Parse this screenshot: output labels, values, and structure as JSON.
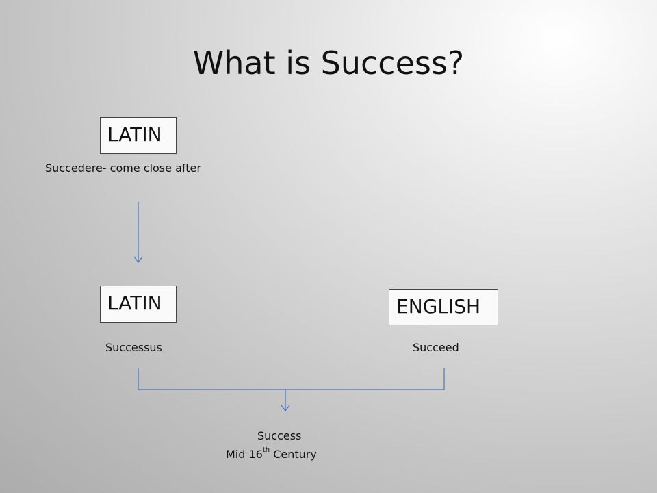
{
  "slide": {
    "title": "What is Success?"
  },
  "nodes": {
    "latin_origin": {
      "box_label": "LATIN",
      "caption": "Succedere- come close after"
    },
    "latin_derived": {
      "box_label": "LATIN",
      "caption": "Successus"
    },
    "english": {
      "box_label": "ENGLISH",
      "caption": "Succeed"
    },
    "result": {
      "word": "Success",
      "period_prefix": "Mid 16",
      "period_sup": "th",
      "period_suffix": " Century"
    }
  },
  "colors": {
    "connector": "#4a74c4",
    "box_border": "#444444",
    "box_fill": "#fafafa"
  }
}
